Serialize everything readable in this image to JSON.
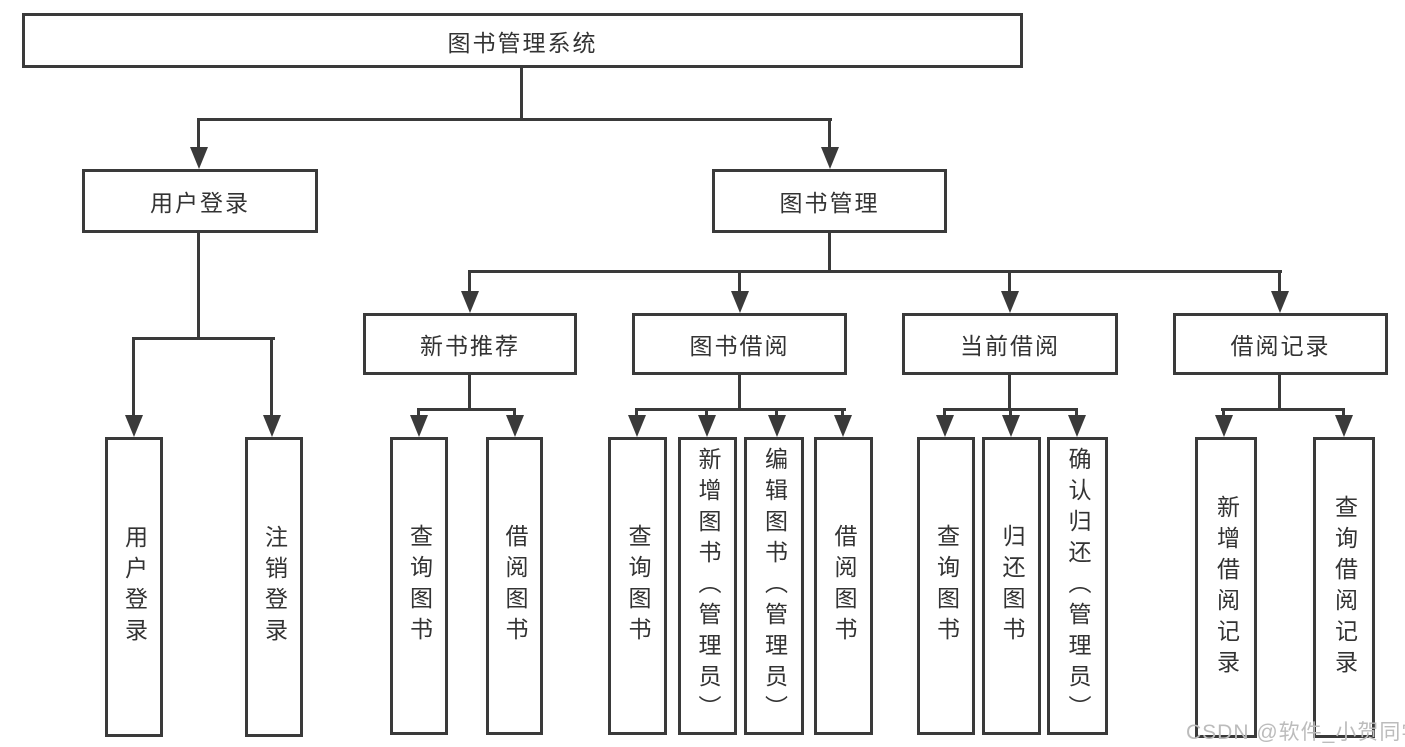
{
  "colors": {
    "line": "#3a3a3a",
    "text": "#333333",
    "background": "#ffffff",
    "watermark": "#bcbcbc"
  },
  "watermark": "CSDN @软件_小贺同学",
  "tree": {
    "root": {
      "label": "图书管理系统"
    },
    "level2": [
      {
        "label": "用户登录"
      },
      {
        "label": "图书管理"
      }
    ],
    "login_children": [
      {
        "label": "用户登录"
      },
      {
        "label": "注销登录"
      }
    ],
    "level3": [
      {
        "label": "新书推荐"
      },
      {
        "label": "图书借阅"
      },
      {
        "label": "当前借阅"
      },
      {
        "label": "借阅记录"
      }
    ],
    "new_book_children": [
      {
        "label": "查询图书"
      },
      {
        "label": "借阅图书"
      }
    ],
    "borrow_children": [
      {
        "label": "查询图书"
      },
      {
        "label": "新增图书（管理员）"
      },
      {
        "label": "编辑图书（管理员）"
      },
      {
        "label": "借阅图书"
      }
    ],
    "current_children": [
      {
        "label": "查询图书"
      },
      {
        "label": "归还图书"
      },
      {
        "label": "确认归还（管理员）"
      }
    ],
    "record_children": [
      {
        "label": "新增借阅记录"
      },
      {
        "label": "查询借阅记录"
      }
    ]
  }
}
